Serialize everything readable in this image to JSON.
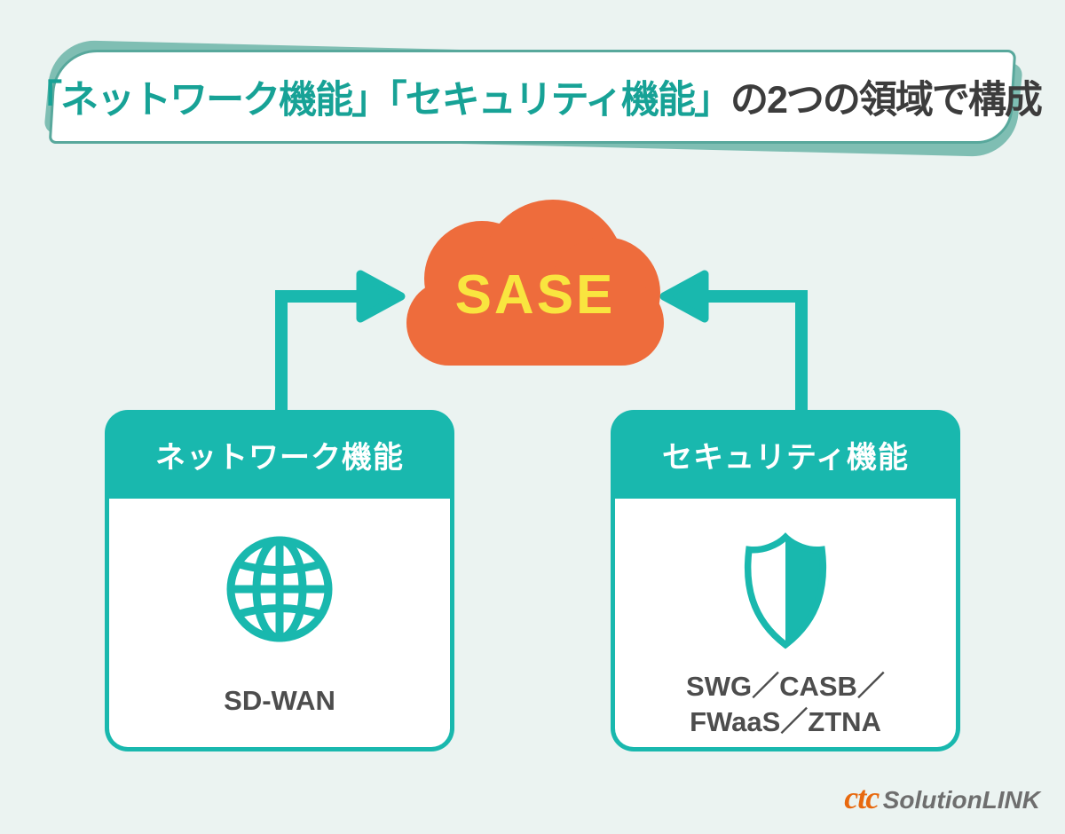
{
  "banner": {
    "highlight": "「ネットワーク機能」「セキュリティ機能」",
    "rest": "の2つの領域で構成"
  },
  "cloud": {
    "label": "SASE"
  },
  "cards": {
    "network": {
      "title": "ネットワーク機能",
      "icon": "globe-icon",
      "caption": "SD-WAN"
    },
    "security": {
      "title": "セキュリティ機能",
      "icon": "shield-icon",
      "caption_line1": "SWG／CASB／",
      "caption_line2": "FWaaS／ZTNA"
    }
  },
  "footer": {
    "logo_ctc": "ctc",
    "logo_solution": "SolutionLINK"
  },
  "colors": {
    "background": "#EBF3F1",
    "teal_primary": "#19B8AE",
    "teal_muted_fold": "#7FBEB3",
    "banner_border": "#58A89C",
    "banner_highlight_text": "#17A296",
    "banner_dark_text": "#3C3C3C",
    "cloud_orange": "#EE6C3C",
    "sase_yellow": "#F9E53F",
    "caption_text": "#4D4D4D",
    "logo_orange": "#E8690F",
    "logo_gray": "#6E6E6E"
  }
}
